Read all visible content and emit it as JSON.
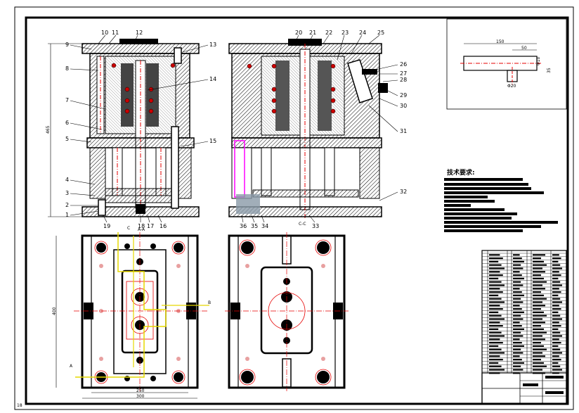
{
  "callouts_front": [
    "1",
    "2",
    "3",
    "4",
    "5",
    "6",
    "7",
    "8",
    "9",
    "10",
    "11",
    "12",
    "13",
    "14",
    "15",
    "16",
    "17",
    "18",
    "19"
  ],
  "callouts_side": [
    "20",
    "21",
    "22",
    "23",
    "24",
    "25",
    "26",
    "27",
    "28",
    "29",
    "30",
    "31",
    "32",
    "33",
    "34",
    "35",
    "36"
  ],
  "dims": {
    "overall_height": "465",
    "plan_height": "400",
    "plan_width_inner": "250",
    "plan_width_outer": "300",
    "detail_length": "150",
    "detail_offset": "50",
    "detail_dia_a": "Φ10",
    "detail_dia_b": "Φ20",
    "detail_height": "35"
  },
  "section_labels": {
    "front": "A-A",
    "side": "C-C",
    "plan_a": "A",
    "plan_b": "B",
    "plan_c": "C"
  },
  "tech_req_title": "技术要求:",
  "colors": {
    "line": "#000000",
    "magenta": "#ff00ff",
    "yellow": "#e6d800",
    "red": "#e60000",
    "hatch": "#000000"
  }
}
